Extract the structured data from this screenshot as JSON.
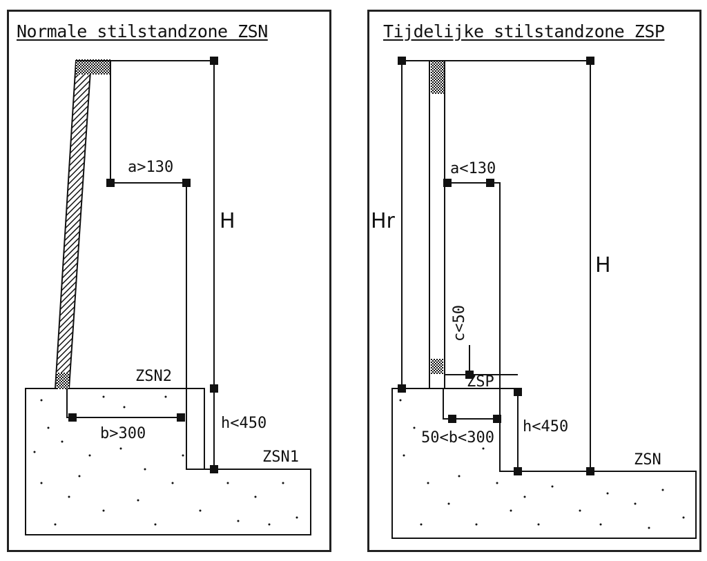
{
  "left_panel": {
    "title": "Normale stilstandzone ZSN",
    "label_a": "a>130",
    "label_H": "H",
    "label_zsn2": "ZSN2",
    "label_b": "b>300",
    "label_h": "h<450",
    "label_zsn1": "ZSN1"
  },
  "right_panel": {
    "title": "Tijdelijke stilstandzone ZSP",
    "label_a": "a<130",
    "label_Hr": "Hr",
    "label_H": "H",
    "label_c": "c<50",
    "label_zsp": "ZSP",
    "label_b": "50<b<300",
    "label_h": "h<450",
    "label_zsn": "ZSN"
  },
  "colors": {
    "line": "#111111",
    "background": "#ffffff"
  }
}
